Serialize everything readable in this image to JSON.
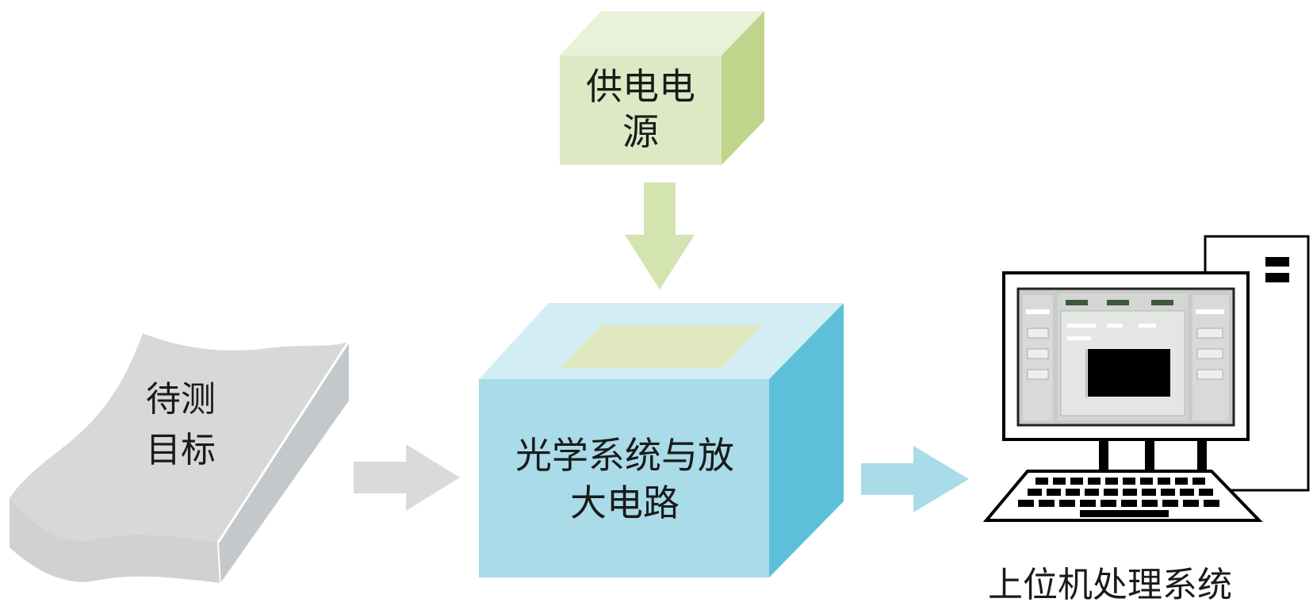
{
  "power": {
    "line1": "供电电",
    "line2": "源"
  },
  "target": {
    "line1": "待测",
    "line2": "目标"
  },
  "optics": {
    "line1": "光学系统与放",
    "line2": "大电路"
  },
  "computer": {
    "caption": "上位机处理系统"
  },
  "colors": {
    "green_front": "#dde9c4",
    "green_top": "#e9f1d9",
    "green_side": "#bfd58c",
    "blue_front": "#a9dbe8",
    "blue_top": "#d2edf4",
    "blue_side": "#5dc0d9",
    "gray_paper": "#d3d5d6",
    "arrow_gray": "#d8dadb",
    "arrow_blue": "#a9dbe8",
    "arrow_green": "#d3e4b1"
  }
}
